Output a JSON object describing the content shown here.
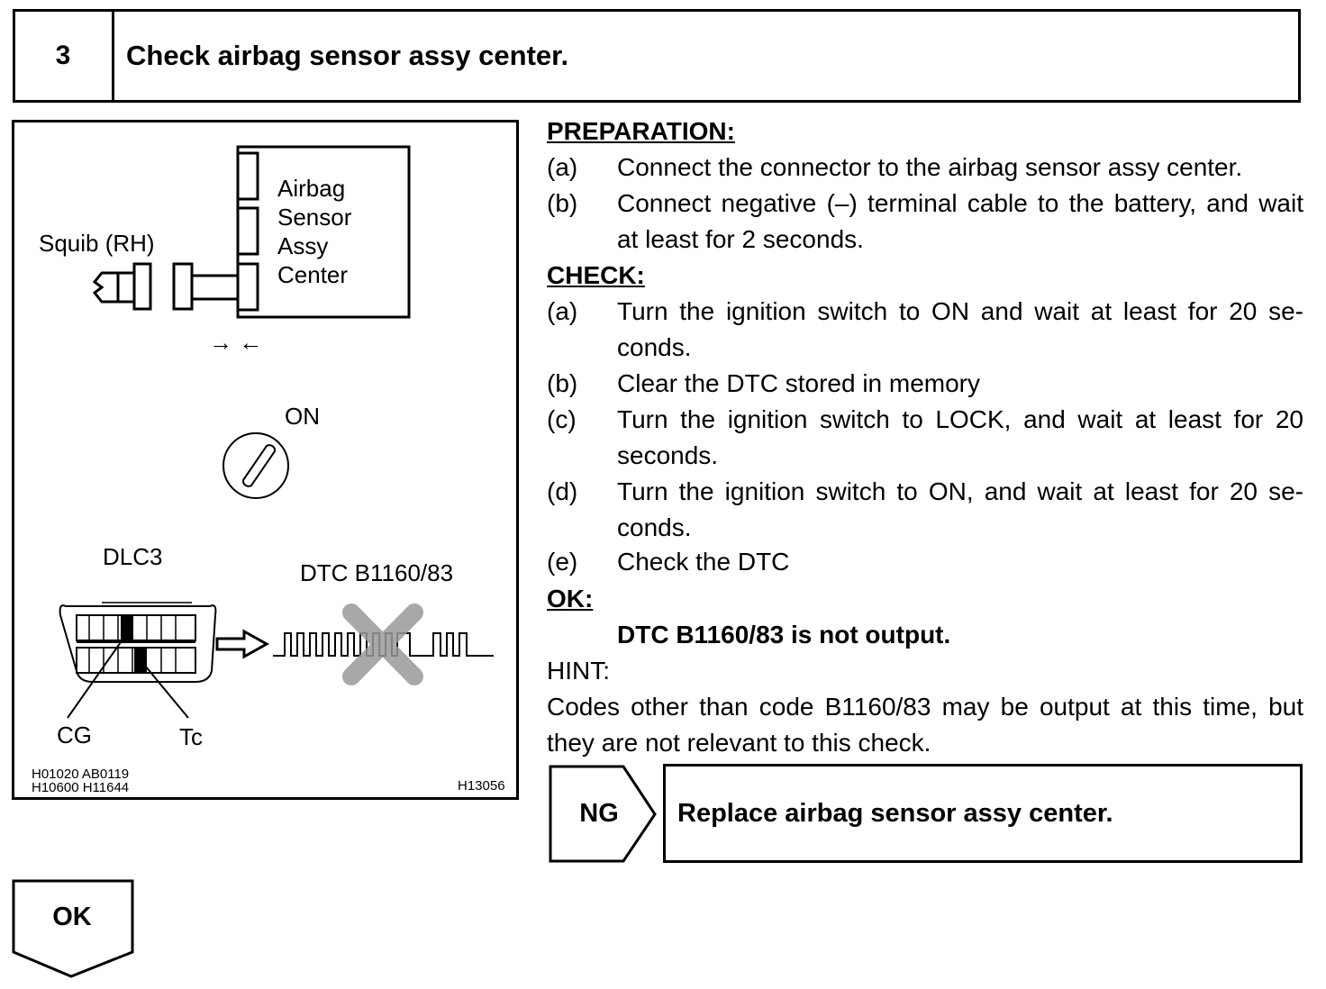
{
  "step": {
    "number": "3",
    "title": "Check airbag sensor assy center."
  },
  "figure": {
    "squib_label": "Squib (RH)",
    "sensor_label_lines": [
      "Airbag",
      "Sensor",
      "Assy",
      "Center"
    ],
    "connect_arrows": "→ ←",
    "switch_label": "ON",
    "dlc_label": "DLC3",
    "dtc_label": "DTC B1160/83",
    "cg_label": "CG",
    "tc_label": "Tc",
    "ref_codes_line1": "H01020  AB0119",
    "ref_codes_line2": "H10600  H11644",
    "figure_code": "H13056"
  },
  "preparation": {
    "heading": "PREPARATION:",
    "items": [
      {
        "label": "(a)",
        "text": "Connect the connector to the airbag sensor assy center."
      },
      {
        "label": "(b)",
        "text": "Connect negative (–) terminal cable to the battery, and wait at least for 2 seconds."
      }
    ]
  },
  "check": {
    "heading": "CHECK:",
    "items": [
      {
        "label": "(a)",
        "text": "Turn the ignition switch to ON and wait at least for 20 se-conds."
      },
      {
        "label": "(b)",
        "text": "Clear the DTC stored in memory"
      },
      {
        "label": "(c)",
        "text": "Turn the ignition switch to LOCK, and wait at least for 20 seconds."
      },
      {
        "label": "(d)",
        "text": "Turn the ignition switch to ON, and wait at least for 20 se-conds."
      },
      {
        "label": "(e)",
        "text": "Check the DTC"
      }
    ]
  },
  "ok_spec": {
    "heading": "OK:",
    "text": "DTC B1160/83 is not output."
  },
  "hint": {
    "heading": "HINT:",
    "text": "Codes other than code B1160/83 may be output at this time, but they are not relevant to this check."
  },
  "results": {
    "ng_label": "NG",
    "ng_action": "Replace airbag sensor assy center.",
    "ok_label": "OK"
  },
  "colors": {
    "ink": "#000000",
    "paper": "#ffffff",
    "cross_gray": "#9a9a9a"
  }
}
